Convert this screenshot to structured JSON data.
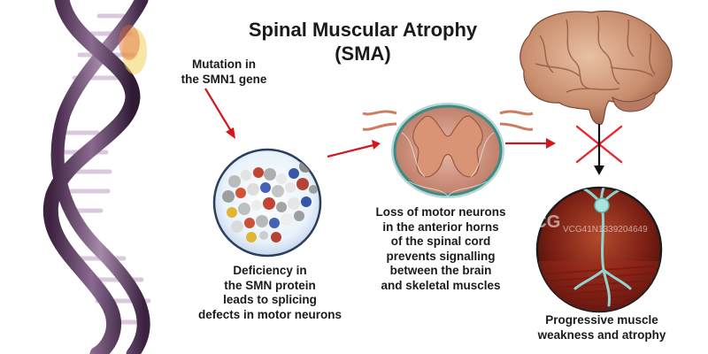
{
  "title": {
    "line1": "Spinal Muscular Atrophy",
    "line2": "(SMA)"
  },
  "captions": {
    "mutation": [
      "Mutation in",
      "the SMN1 gene"
    ],
    "protein": [
      "Deficiency in",
      "the SMN protein",
      "leads to splicing",
      "defects in motor neurons"
    ],
    "spinal": [
      "Loss of motor neurons",
      "in the anterior horns",
      "of the spinal cord",
      "prevents signalling",
      "between the brain",
      "and skeletal muscles"
    ],
    "muscle": [
      "Progressive muscle",
      "weakness and atrophy"
    ]
  },
  "watermark": {
    "logo": "VCG",
    "id": "VCG41N1339204649"
  },
  "colors": {
    "arrow": "#d4161c",
    "block_cross": "#e8262c",
    "down_arrow": "#111111",
    "text": "#1a1a1a"
  },
  "icons": [
    "dna-helix-illustration",
    "brain-illustration",
    "protein-molecule-illustration",
    "spinal-cord-section-illustration",
    "motor-neuron-muscle-illustration"
  ]
}
